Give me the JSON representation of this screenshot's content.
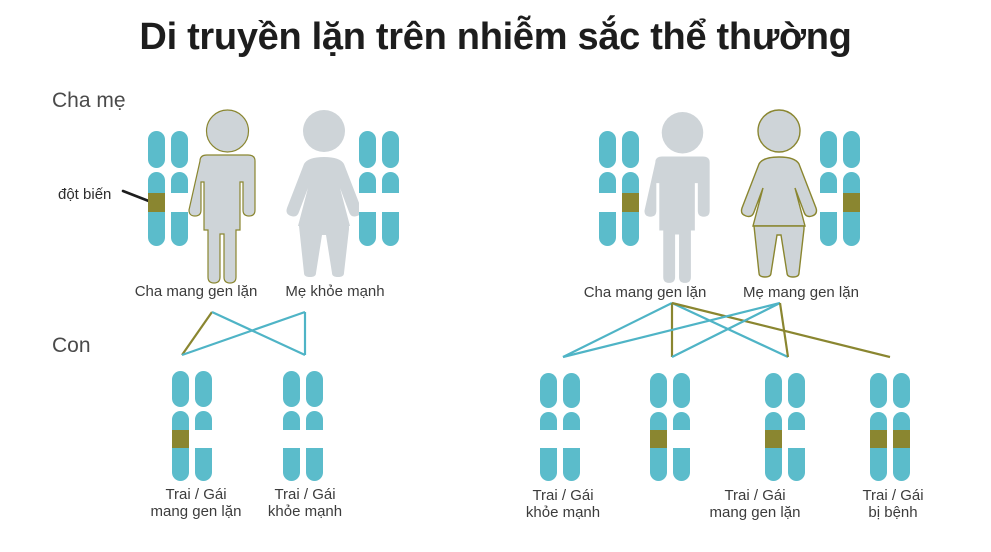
{
  "title": "Di truyền lặn trên nhiễm sắc thể thường",
  "labels": {
    "parents": "Cha mẹ",
    "children": "Con",
    "mutation": "đột biến"
  },
  "colors": {
    "chromosome_blue": "#5bbccb",
    "mutation_olive": "#8a8630",
    "person_gray": "#ced4d8",
    "carrier_outline": "#8a8630",
    "band_white": "#ffffff",
    "text": "#3c3c3c",
    "title": "#1d1d1d",
    "connector_blue": "#4fb4c6",
    "connector_olive": "#8a8630"
  },
  "left_cross": {
    "parents": [
      {
        "id": "left-father",
        "caption": "Cha mang gen lặn",
        "sex": "male",
        "carrier_outline": true,
        "chromosomes": [
          {
            "band": "mutation"
          },
          {
            "band": "white"
          }
        ]
      },
      {
        "id": "left-mother",
        "caption": "Mẹ khỏe mạnh",
        "sex": "female",
        "carrier_outline": false,
        "chromosomes": [
          {
            "band": "white"
          },
          {
            "band": "white"
          }
        ]
      }
    ],
    "children": [
      {
        "id": "left-child-1",
        "caption_line1": "Trai / Gái",
        "caption_line2": "mang gen lặn",
        "chromosomes": [
          {
            "band": "mutation"
          },
          {
            "band": "white"
          }
        ]
      },
      {
        "id": "left-child-2",
        "caption_line1": "Trai / Gái",
        "caption_line2": "khỏe mạnh",
        "chromosomes": [
          {
            "band": "white"
          },
          {
            "band": "white"
          }
        ]
      }
    ]
  },
  "right_cross": {
    "parents": [
      {
        "id": "right-father",
        "caption": "Cha mang gen lặn",
        "sex": "male",
        "carrier_outline": false,
        "chromosomes": [
          {
            "band": "white"
          },
          {
            "band": "mutation"
          }
        ]
      },
      {
        "id": "right-mother",
        "caption": "Mẹ mang gen lặn",
        "sex": "female",
        "carrier_outline": true,
        "chromosomes": [
          {
            "band": "white"
          },
          {
            "band": "mutation"
          }
        ]
      }
    ],
    "children": [
      {
        "id": "right-child-1",
        "caption_line1": "Trai / Gái",
        "caption_line2": "khỏe mạnh",
        "chromosomes": [
          {
            "band": "white"
          },
          {
            "band": "white"
          }
        ]
      },
      {
        "id": "right-child-2",
        "caption_line1": "Trai / Gái",
        "caption_line2": "mang gen lặn",
        "chromosomes": [
          {
            "band": "mutation"
          },
          {
            "band": "white"
          }
        ]
      },
      {
        "id": "right-child-3",
        "caption_line1": "",
        "caption_line2": "",
        "chromosomes": [
          {
            "band": "mutation"
          },
          {
            "band": "white"
          }
        ]
      },
      {
        "id": "right-child-4",
        "caption_line1": "Trai / Gái",
        "caption_line2": "bị bệnh",
        "chromosomes": [
          {
            "band": "mutation"
          },
          {
            "band": "mutation"
          }
        ]
      }
    ]
  }
}
